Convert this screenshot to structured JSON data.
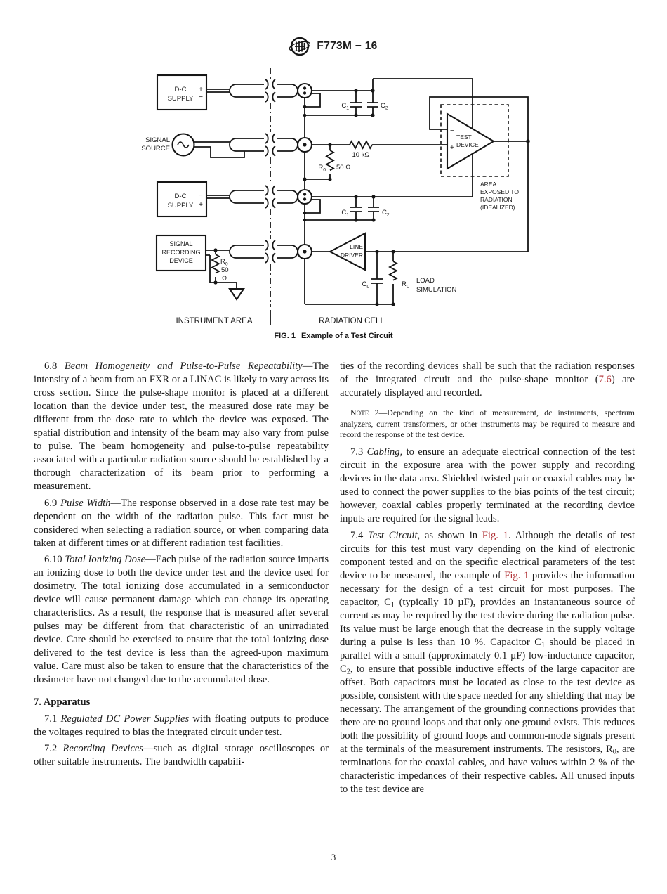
{
  "colors": {
    "link_red": "#b03034",
    "ink": "#1c1c1c"
  },
  "header": {
    "logo_icon": "astm-logo",
    "code": "F773M − 16"
  },
  "figure": {
    "caption_fig": "FIG. 1",
    "caption_text": "Example of a Test Circuit",
    "areas": {
      "instrument": "INSTRUMENT AREA",
      "radiation": "RADIATION CELL"
    },
    "dc_supply_top": {
      "l1": "D-C",
      "l2": "SUPPLY",
      "top_sign": "+",
      "bottom_sign": "−"
    },
    "dc_supply_bottom": {
      "l1": "D-C",
      "l2": "SUPPLY",
      "top_sign": "−",
      "bottom_sign": "+"
    },
    "signal_source": {
      "l1": "SIGNAL",
      "l2": "SOURCE"
    },
    "recorder": {
      "l1": "SIGNAL",
      "l2": "RECORDING",
      "l3": "DEVICE"
    },
    "test_device": {
      "l1": "TEST",
      "l2": "DEVICE",
      "minus": "−",
      "plus": "+"
    },
    "line_driver": {
      "l1": "LINE",
      "l2": "DRIVER"
    },
    "area_note": {
      "l1": "AREA",
      "l2": "EXPOSED TO",
      "l3": "RADIATION",
      "l4": "(IDEALIZED)"
    },
    "load_note": {
      "l1": "LOAD",
      "l2": "SIMULATION"
    },
    "sym": {
      "r": "R",
      "c": "C",
      "s0": "0",
      "s1": "1",
      "s2": "2",
      "sL": "L"
    },
    "vals": {
      "r0": "50 Ω",
      "r10k": "10 kΩ",
      "fifty": "50",
      "ohm": "Ω"
    }
  },
  "body": {
    "left": [
      {
        "runs": [
          {
            "t": "6.8 "
          },
          {
            "t": "Beam Homogeneity and Pulse-to-Pulse Repeatability",
            "s": "i"
          },
          {
            "t": "—The intensity of a beam from an FXR or a LINAC is likely to vary across its cross section. Since the pulse-shape monitor is placed at a different location than the device under test, the measured dose rate may be different from the dose rate to which the device was exposed. The spatial distribution and intensity of the beam may also vary from pulse to pulse. The beam homogeneity and pulse-to-pulse repeatability associated with a particular radiation source should be established by a thorough characterization of its beam prior to performing a measurement."
          }
        ]
      },
      {
        "runs": [
          {
            "t": "6.9 "
          },
          {
            "t": "Pulse Width",
            "s": "i"
          },
          {
            "t": "—The response observed in a dose rate test may be dependent on the width of the radiation pulse. This fact must be considered when selecting a radiation source, or when comparing data taken at different times or at different radiation test facilities."
          }
        ]
      },
      {
        "runs": [
          {
            "t": "6.10 "
          },
          {
            "t": "Total Ionizing Dose",
            "s": "i"
          },
          {
            "t": "—Each pulse of the radiation source imparts an ionizing dose to both the device under test and the device used for dosimetry. The total ionizing dose accumulated in a semiconductor device will cause permanent damage which can change its operating characteristics. As a result, the response that is measured after several pulses may be different from that characteristic of an unirradiated device. Care should be exercised to ensure that the total ionizing dose delivered to the test device is less than the agreed-upon maximum value. Care must also be taken to ensure that the characteristics of the dosimeter have not changed due to the accumulated dose."
          }
        ]
      },
      {
        "cls": "heading",
        "runs": [
          {
            "t": "7. Apparatus"
          }
        ]
      },
      {
        "runs": [
          {
            "t": "7.1 "
          },
          {
            "t": "Regulated DC Power Supplies",
            "s": "i"
          },
          {
            "t": " with floating outputs to produce the voltages required to bias the integrated circuit under test."
          }
        ]
      },
      {
        "runs": [
          {
            "t": "7.2 "
          },
          {
            "t": "Recording Devices",
            "s": "i"
          },
          {
            "t": "—such as digital storage oscilloscopes or other suitable instruments. The bandwidth capabili-"
          }
        ]
      }
    ],
    "right": [
      {
        "cls": "noindent",
        "runs": [
          {
            "t": "ties of the recording devices shall be such that the radiation responses of the integrated circuit and the pulse-shape monitor ("
          },
          {
            "t": "7.6",
            "s": "red"
          },
          {
            "t": ") are accurately displayed and recorded."
          }
        ]
      },
      {
        "cls": "note",
        "runs": [
          {
            "t": "N"
          },
          {
            "t": "OTE",
            "s": "sc"
          },
          {
            "t": " 2—Depending on the kind of measurement, dc instruments, spectrum analyzers, current transformers, or other instruments may be required to measure and record the response of the test device."
          }
        ]
      },
      {
        "runs": [
          {
            "t": "7.3 "
          },
          {
            "t": "Cabling,",
            "s": "i"
          },
          {
            "t": " to ensure an adequate electrical connection of the test circuit in the exposure area with the power supply and recording devices in the data area. Shielded twisted pair or coaxial cables may be used to connect the power supplies to the bias points of the test circuit; however, coaxial cables properly terminated at the recording device inputs are required for the signal leads."
          }
        ]
      },
      {
        "runs": [
          {
            "t": "7.4 "
          },
          {
            "t": "Test Circuit,",
            "s": "i"
          },
          {
            "t": " as shown in "
          },
          {
            "t": "Fig. 1",
            "s": "red"
          },
          {
            "t": ". Although the details of test circuits for this test must vary depending on the kind of electronic component tested and on the specific electrical parameters of the test device to be measured, the example of "
          },
          {
            "t": "Fig. 1",
            "s": "red"
          },
          {
            "t": " provides the information necessary for the design of a test circuit for most purposes. The capacitor, C"
          },
          {
            "t": "1",
            "s": "sub"
          },
          {
            "t": " (typically 10 µF), provides an instantaneous source of current as may be required by the test device during the radiation pulse. Its value must be large enough that the decrease in the supply voltage during a pulse is less than 10 %. Capacitor C"
          },
          {
            "t": "1",
            "s": "sub"
          },
          {
            "t": " should be placed in parallel with a small (approximately 0.1 µF) low-inductance capacitor, C"
          },
          {
            "t": "2",
            "s": "sub"
          },
          {
            "t": ", to ensure that possible inductive effects of the large capacitor are offset. Both capacitors must be located as close to the test device as possible, consistent with the space needed for any shielding that may be necessary. The arrangement of the grounding connections provides that there are no ground loops and that only one ground exists. This reduces both the possibility of ground loops and common-mode signals present at the terminals of the measurement instruments. The resistors, R"
          },
          {
            "t": "0",
            "s": "sub"
          },
          {
            "t": ", are terminations for the coaxial cables, and have values within 2 % of the characteristic impedances of their respective cables. All unused inputs to the test device are"
          }
        ]
      }
    ]
  },
  "footer": {
    "page": "3"
  }
}
